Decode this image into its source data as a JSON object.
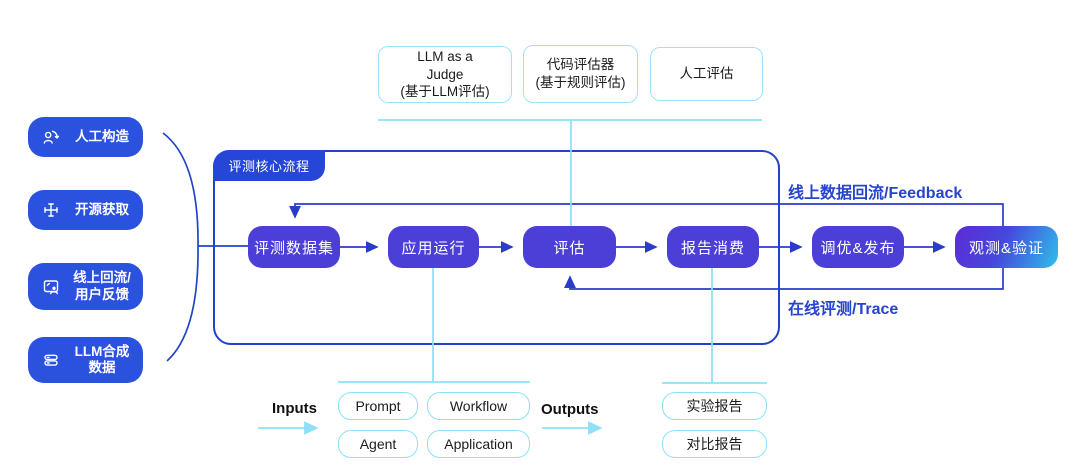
{
  "sources": {
    "items": [
      {
        "label": "人工构造",
        "icon": "user-arc-icon"
      },
      {
        "label": "开源获取",
        "icon": "plus-icon"
      },
      {
        "line1": "线上回流/",
        "line2": "用户反馈",
        "icon": "monitor-user-icon"
      },
      {
        "line1": "LLM合成",
        "line2": "数据",
        "icon": "database-icon"
      }
    ]
  },
  "evaluators": {
    "boxes": [
      {
        "line1": "LLM as a",
        "line2": "Judge",
        "line3": "(基于LLM评估)"
      },
      {
        "line1": "代码评估器",
        "line2": "(基于规则评估)"
      },
      {
        "line1": "人工评估"
      }
    ]
  },
  "pipeline": {
    "tab_label": "评测核心流程",
    "steps": [
      "评测数据集",
      "应用运行",
      "评估",
      "报告消费",
      "调优&发布",
      "观测&验证"
    ]
  },
  "loops": {
    "feedback_label": "线上数据回流/Feedback",
    "trace_label": "在线评测/Trace"
  },
  "io": {
    "inputs_label": "Inputs",
    "outputs_label": "Outputs",
    "app_types": [
      "Prompt",
      "Workflow",
      "Agent",
      "Application"
    ]
  },
  "reports": {
    "items": [
      "实验报告",
      "对比报告"
    ]
  },
  "colors": {
    "source_blue": "#2B51DF",
    "step_indigo": "#4C3FD8",
    "container_border": "#2342CB",
    "wire_blue": "#2B3CC8",
    "cyan_wire": "#8EE0F7",
    "evaluator_border": "#9DE3F6",
    "loop_label_blue": "#2644CC",
    "gradient_start": "#5A2FD6",
    "gradient_end": "#2FC0EC"
  }
}
